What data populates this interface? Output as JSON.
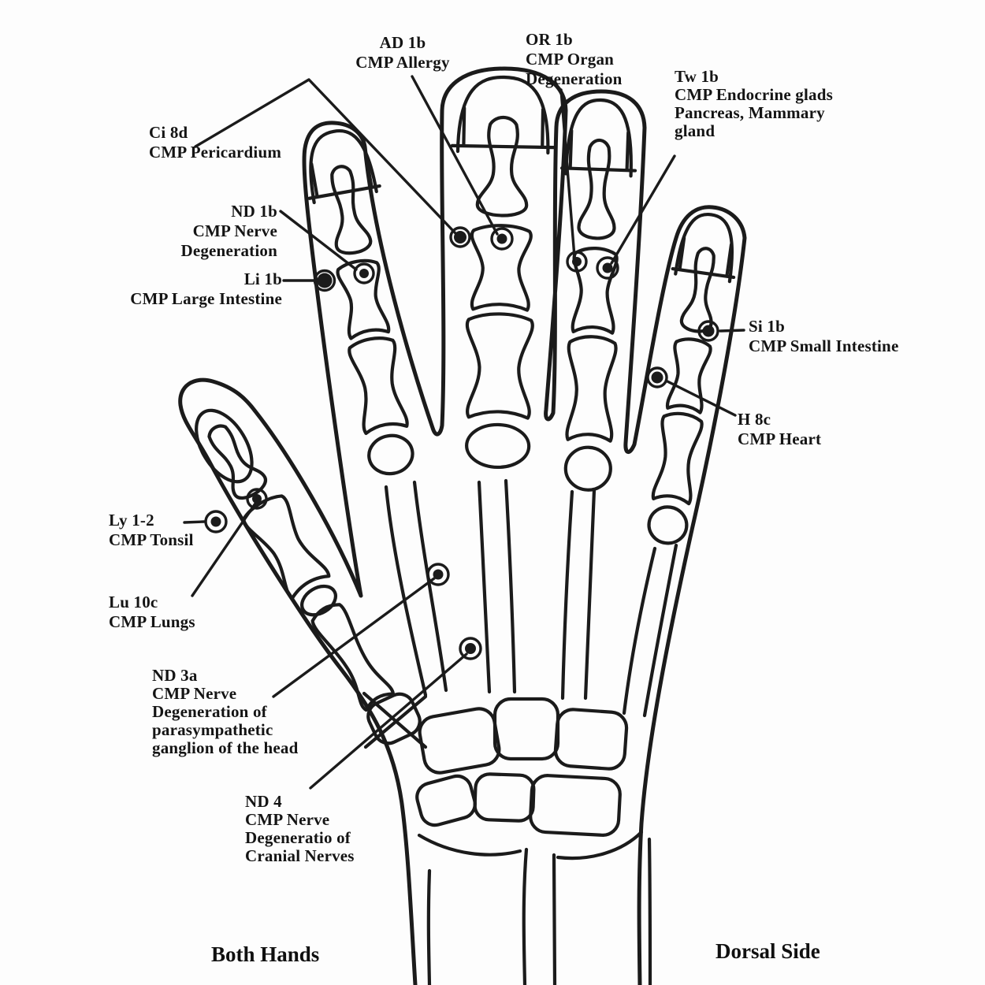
{
  "figure": {
    "footer_left": "Both Hands",
    "footer_right": "Dorsal Side"
  },
  "colors": {
    "ink": "#1b1b1b",
    "background": "#fdfdfd"
  },
  "points": [
    {
      "id": "ad-1b",
      "lines": [
        "AD 1b",
        "CMP Allergy"
      ]
    },
    {
      "id": "or-1b",
      "lines": [
        "OR 1b",
        "CMP Organ",
        "Degeneration"
      ]
    },
    {
      "id": "tw-1b",
      "lines": [
        "Tw 1b",
        "CMP Endocrine glads",
        "Pancreas, Mammary",
        "gland"
      ]
    },
    {
      "id": "ci-8d",
      "lines": [
        "Ci 8d",
        "CMP Pericardium"
      ]
    },
    {
      "id": "nd-1b",
      "lines": [
        "ND 1b",
        "CMP Nerve",
        "Degeneration"
      ]
    },
    {
      "id": "li-1b",
      "lines": [
        "Li 1b",
        "CMP Large Intestine"
      ]
    },
    {
      "id": "si-1b",
      "lines": [
        "Si 1b",
        "CMP Small Intestine"
      ]
    },
    {
      "id": "h-8c",
      "lines": [
        "H 8c",
        "CMP Heart"
      ]
    },
    {
      "id": "ly-1-2",
      "lines": [
        "Ly 1-2",
        "CMP Tonsil"
      ]
    },
    {
      "id": "lu-10c",
      "lines": [
        "Lu 10c",
        "CMP Lungs"
      ]
    },
    {
      "id": "nd-3a",
      "lines": [
        "ND 3a",
        "CMP Nerve",
        "Degeneration of",
        "parasympathetic",
        "ganglion of the head"
      ]
    },
    {
      "id": "nd-4",
      "lines": [
        "ND 4",
        "CMP Nerve",
        "Degeneratio of",
        "Cranial Nerves"
      ]
    }
  ]
}
